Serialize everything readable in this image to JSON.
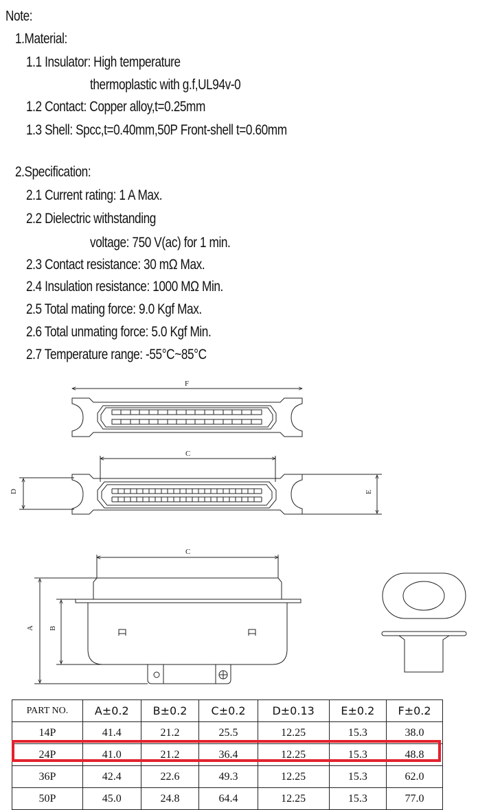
{
  "notes": {
    "title": "Note:",
    "material": {
      "heading": "1.Material:",
      "items": [
        "1.1 Insulator: High temperature",
        "thermoplastic with g.f,UL94v-0",
        "1.2 Contact: Copper alloy,t=0.25mm",
        "1.3 Shell: Spcc,t=0.40mm,50P Front-shell t=0.60mm"
      ]
    },
    "specification": {
      "heading": "2.Specification:",
      "items": [
        "2.1 Current rating: 1 A Max.",
        "2.2 Dielectric withstanding",
        "voltage: 750 V(ac) for 1 min.",
        "2.3 Contact resistance: 30 mΩ Max.",
        "2.4 Insulation resistance: 1000 MΩ Min.",
        "2.5 Total mating force: 9.0 Kgf Max.",
        "2.6 Total unmating force: 5.0 Kgf Min.",
        "2.7 Temperature range: -55°C~85°C"
      ]
    }
  },
  "diagram": {
    "dim_labels": {
      "f": "F",
      "c_top": "C",
      "d": "D",
      "e": "E",
      "c_side": "C",
      "a": "A",
      "b": "B"
    }
  },
  "table": {
    "headers": [
      "PART NO.",
      "A±0.2",
      "B±0.2",
      "C±0.2",
      "D±0.13",
      "E±0.2",
      "F±0.2"
    ],
    "rows": [
      [
        "14P",
        "41.4",
        "21.2",
        "25.5",
        "12.25",
        "15.3",
        "38.0"
      ],
      [
        "24P",
        "41.0",
        "21.2",
        "36.4",
        "12.25",
        "15.3",
        "48.8"
      ],
      [
        "36P",
        "42.4",
        "22.6",
        "49.3",
        "12.25",
        "15.3",
        "62.0"
      ],
      [
        "50P",
        "45.0",
        "24.8",
        "64.4",
        "12.25",
        "15.3",
        "77.0"
      ]
    ],
    "highlighted_row": "24P",
    "highlight_color": "#e3222e"
  }
}
